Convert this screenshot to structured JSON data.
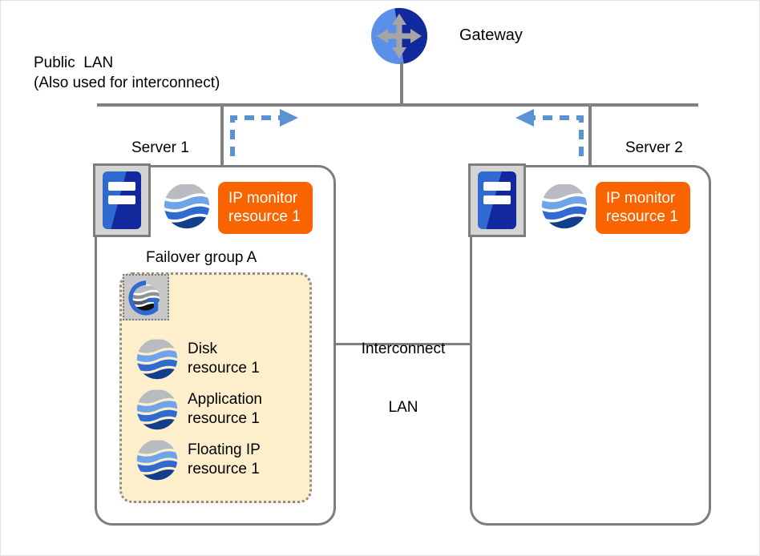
{
  "diagram": {
    "title": "Cluster failover diagram",
    "colors": {
      "lan_line": "#808080",
      "box_border": "#7d7d7d",
      "badge_orange": "#fa6400",
      "group_fill": "#fdeecc",
      "group_border": "#8c8c8c",
      "arrow_blue": "#5b92d6",
      "server_blue_light": "#2f6ad0",
      "server_blue_dark": "#12299e",
      "globe_gray": "#b8bcc0",
      "globe_light_blue": "#6fa5e8",
      "globe_mid_blue": "#2f6ad0",
      "globe_navy": "#123e8c"
    },
    "gateway": {
      "label": "Gateway",
      "icon": "gateway-router-icon"
    },
    "public_lan": {
      "line1": "Public  LAN",
      "line2": "(Also used for interconnect)"
    },
    "interconnect_lan": {
      "label": "Interconnect\nLAN"
    },
    "servers": [
      {
        "caption": "Server 1",
        "machine_icon": "server-machine-icon",
        "monitor": {
          "icon": "resource-globe-icon",
          "badge": "IP monitor\nresource 1"
        },
        "failover_group": {
          "caption": "Failover group A",
          "icon": "failover-group-icon",
          "resources": [
            {
              "icon": "resource-globe-icon",
              "label": "Disk\nresource 1"
            },
            {
              "icon": "resource-globe-icon",
              "label": "Application\nresource 1"
            },
            {
              "icon": "resource-globe-icon",
              "label": "Floating IP\nresource 1"
            }
          ]
        }
      },
      {
        "caption": "Server 2",
        "machine_icon": "server-machine-icon",
        "monitor": {
          "icon": "resource-globe-icon",
          "badge": "IP monitor\nresource 1"
        },
        "failover_group": null
      }
    ],
    "arrows": [
      {
        "name": "server1-monitor-arrow",
        "direction": "up-then-right"
      },
      {
        "name": "server2-monitor-arrow",
        "direction": "up-then-left"
      }
    ]
  }
}
